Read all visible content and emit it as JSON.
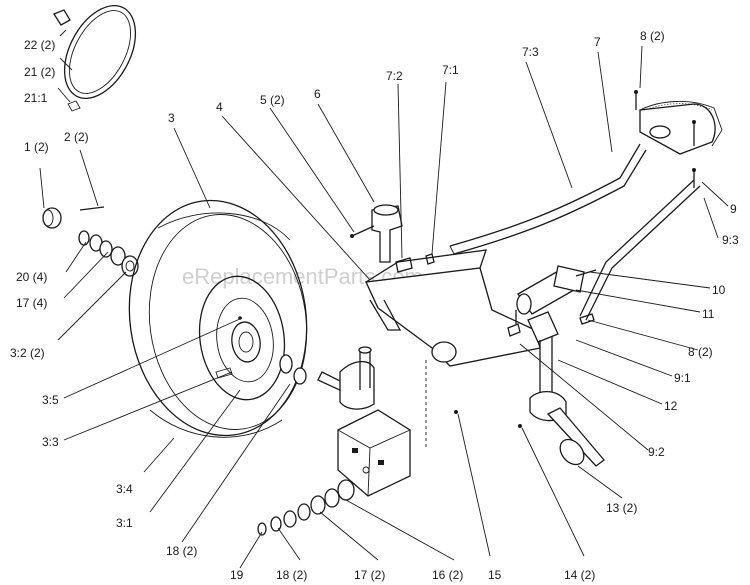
{
  "watermark": "eReplacementParts.com",
  "callouts": {
    "c22_2": "22 (2)",
    "c21_2": "21 (2)",
    "c21_1": "21:1",
    "c1_2": "1 (2)",
    "c2_2": "2 (2)",
    "c3": "3",
    "c4": "4",
    "c5_2": "5 (2)",
    "c6": "6",
    "c7_2": "7:2",
    "c7_1": "7:1",
    "c7_3": "7:3",
    "c7": "7",
    "c8_2a": "8 (2)",
    "c9": "9",
    "c9_3": "9:3",
    "c10": "10",
    "c11": "11",
    "c8_2b": "8 (2)",
    "c9_1": "9:1",
    "c12": "12",
    "c9_2": "9:2",
    "c20_4": "20 (4)",
    "c17_4": "17 (4)",
    "c3_2_2": "3:2 (2)",
    "c3_5": "3:5",
    "c3_3": "3:3",
    "c3_4": "3:4",
    "c3_1": "3:1",
    "c18_2a": "18 (2)",
    "c19": "19",
    "c18_2b": "18 (2)",
    "c17_2": "17 (2)",
    "c16_2": "16 (2)",
    "c15": "15",
    "c14_2": "14 (2)",
    "c13_2": "13 (2)"
  }
}
